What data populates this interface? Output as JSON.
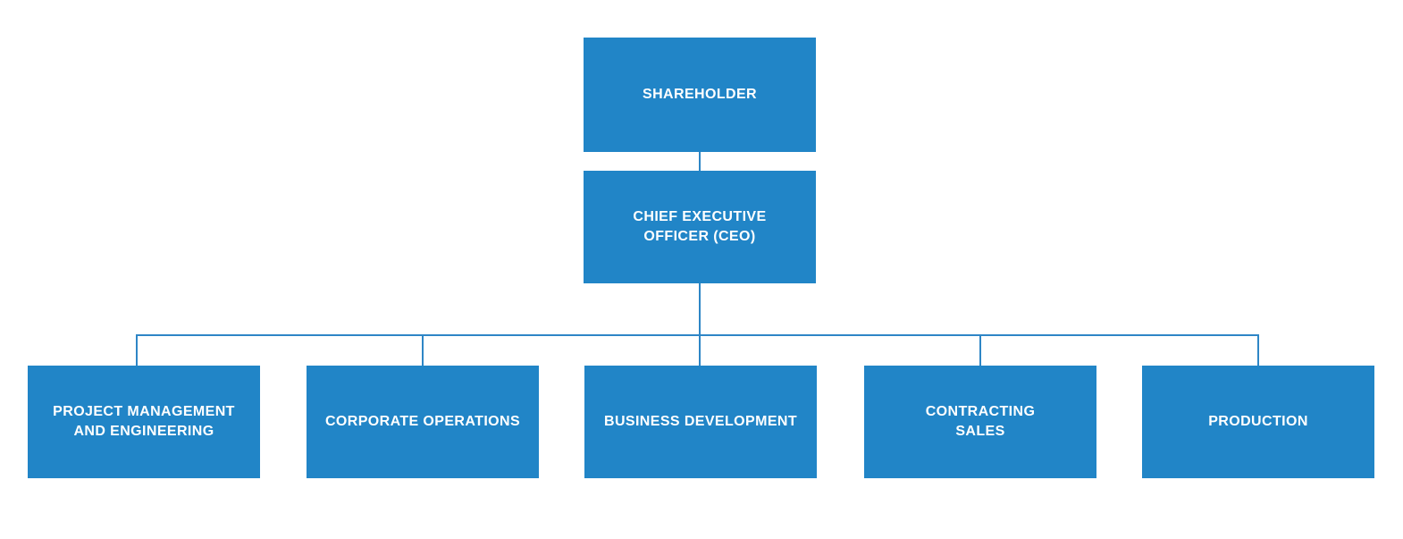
{
  "org_chart": {
    "colors": {
      "node_fill": "#2185c7",
      "node_text": "#ffffff",
      "connector": "#2e86c6",
      "background": "#ffffff"
    },
    "nodes": {
      "shareholder": {
        "label": "SHAREHOLDER"
      },
      "ceo": {
        "label": "CHIEF EXECUTIVE\nOFFICER (CEO)"
      },
      "departments": [
        {
          "label": "PROJECT MANAGEMENT\nAND ENGINEERING"
        },
        {
          "label": "CORPORATE OPERATIONS"
        },
        {
          "label": "BUSINESS DEVELOPMENT"
        },
        {
          "label": "CONTRACTING\nSALES"
        },
        {
          "label": "PRODUCTION"
        }
      ]
    }
  }
}
